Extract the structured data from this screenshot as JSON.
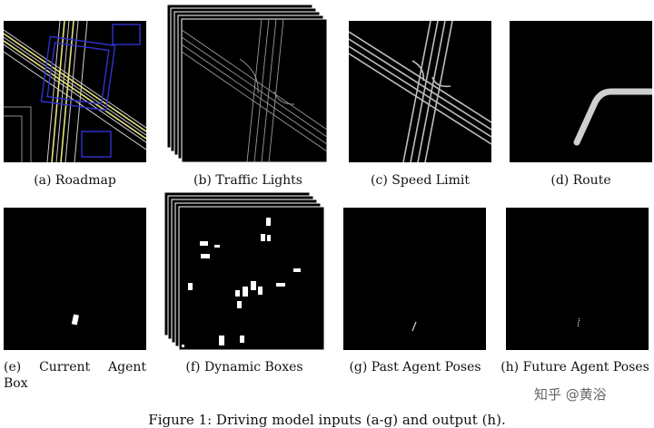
{
  "panels": {
    "a": {
      "caption": "(a) Roadmap"
    },
    "b": {
      "caption": "(b) Traffic Lights"
    },
    "c": {
      "caption": "(c) Speed Limit"
    },
    "d": {
      "caption": "(d) Route"
    },
    "e": {
      "caption_line1": "(e)    Current    Agent",
      "caption_line2": "Box"
    },
    "f": {
      "caption": "(f) Dynamic Boxes"
    },
    "g": {
      "caption": "(g) Past Agent Poses"
    },
    "h": {
      "caption": "(h) Future Agent Poses"
    }
  },
  "figure_caption": "Figure 1: Driving model inputs (a-g) and output (h).",
  "watermark": "知乎 @黄浴",
  "colors": {
    "background": "#000000",
    "roadmap_lines": "#b9b9b9",
    "roadmap_lanes_yellow": "#e7e27a",
    "roadmap_crosswalk_blue": "#2a2ab8",
    "route": "#c8c8c8",
    "boxes": "#ffffff"
  }
}
